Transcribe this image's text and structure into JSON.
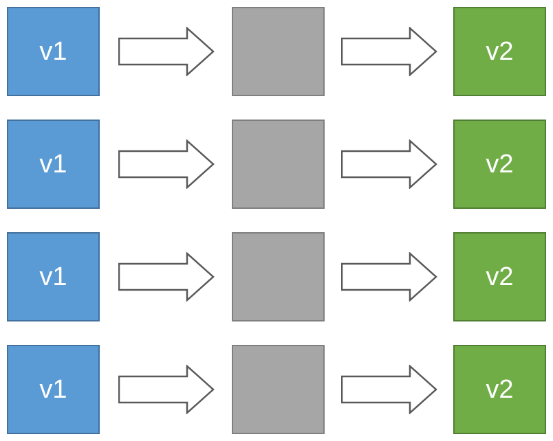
{
  "diagram": {
    "type": "flow",
    "background_color": "#FFFFFF",
    "rows": [
      {
        "source_label": "v1",
        "intermediate_label": "",
        "target_label": "v2"
      },
      {
        "source_label": "v1",
        "intermediate_label": "",
        "target_label": "v2"
      },
      {
        "source_label": "v1",
        "intermediate_label": "",
        "target_label": "v2"
      },
      {
        "source_label": "v1",
        "intermediate_label": "",
        "target_label": "v2"
      }
    ],
    "node_styles": {
      "source": {
        "fill": "#5B9BD5",
        "border": "#41719C",
        "text_color": "#FFFFFF"
      },
      "intermediate": {
        "fill": "#A6A6A6",
        "border": "#7F7F7F"
      },
      "target": {
        "fill": "#70AD47",
        "border": "#507E32",
        "text_color": "#FFFFFF"
      }
    },
    "arrow": {
      "fill": "#FFFFFF",
      "stroke": "#595959",
      "direction": "right"
    }
  }
}
